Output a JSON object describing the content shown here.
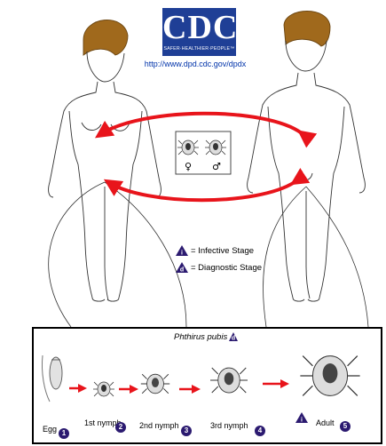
{
  "logo": {
    "text": "CDC",
    "tagline": "SAFER·HEALTHIER·PEOPLE™"
  },
  "url": "http://www.dpd.cdc.gov/dpdx",
  "legend": {
    "infective": {
      "letter": "i",
      "label": "= Infective Stage"
    },
    "diagnostic": {
      "letter": "d",
      "label": "= Diagnostic Stage"
    }
  },
  "sex_symbols": {
    "female": "♀",
    "male": "♂"
  },
  "species": "Phthirus pubis",
  "species_marker": "d",
  "adult_marker": "i",
  "stages": [
    {
      "label": "Egg",
      "number": "1"
    },
    {
      "label": "1st nymph",
      "number": "2"
    },
    {
      "label": "2nd nymph",
      "number": "3"
    },
    {
      "label": "3rd nymph",
      "number": "4"
    },
    {
      "label": "Adult",
      "number": "5"
    }
  ],
  "colors": {
    "arrow": "#e8141b",
    "marker": "#2b1a70",
    "logo": "#1f3f96",
    "hair": "#a0691c"
  }
}
